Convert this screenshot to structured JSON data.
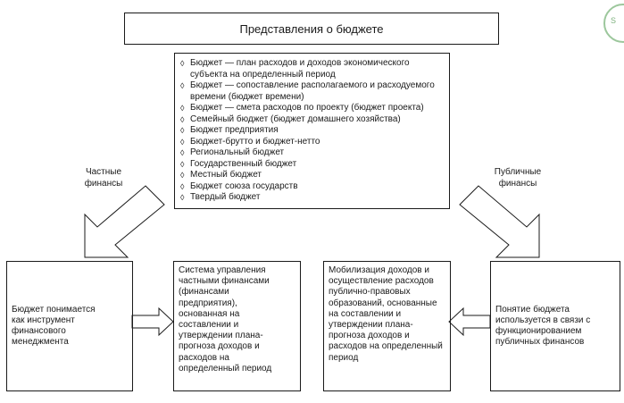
{
  "title": "Представления о бюджете",
  "definitions": [
    "Бюджет — план расходов и доходов экономического субъекта на определенный период",
    "Бюджет — сопоставление располагаемого и расходуемого времени (бюджет времени)",
    "Бюджет — смета расходов по проекту (бюджет проекта)",
    "Семейный бюджет (бюджет домашнего хозяйства)",
    "Бюджет предприятия",
    "Бюджет-брутто и бюджет-нетто",
    "Региональный бюджет",
    "Государственный бюджет",
    "Местный бюджет",
    "Бюджет союза государств",
    "Твердый бюджет"
  ],
  "bullet_symbol": "◊",
  "left_label": "Частные финансы",
  "right_label": "Публичные финансы",
  "boxes": {
    "far_left": "Бюджет понимается как инструмент финансового менеджмента",
    "center_left": "Система управления частными финансами (финансами предприятия), основанная на составлении и утверждении плана-прогноза доходов и расходов на определенный период",
    "center_right": "Мобилизация доходов и осуществление расходов публично-правовых образований, основанные на составлении и утверждении плана-прогноза доходов и расходов на определенный период",
    "far_right": "Понятие бюджета используется в связи с функционированием публичных финансов"
  },
  "colors": {
    "line": "#1a1a1a",
    "logo": "#9cc79c"
  }
}
